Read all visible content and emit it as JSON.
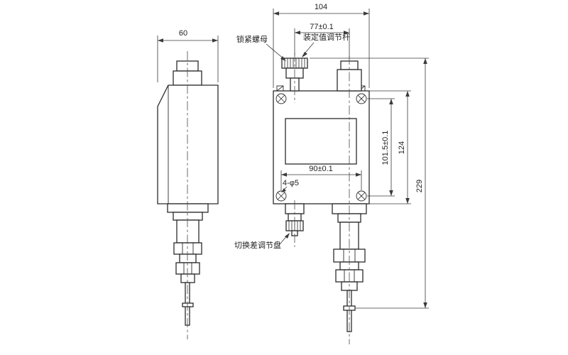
{
  "drawing": {
    "dims": {
      "side_width": "60",
      "front_width": "104",
      "knob_span": "77±0.1",
      "hole_span_h": "90±0.1",
      "hole_span_v": "101.5±0.1",
      "body_height": "124",
      "overall_height": "229"
    },
    "labels": {
      "lock_nut": "锁紧螺母",
      "setting_rod": "装定值调节杆",
      "diff_disc": "切换差调节盘",
      "mount_holes": "4-φ5"
    }
  }
}
